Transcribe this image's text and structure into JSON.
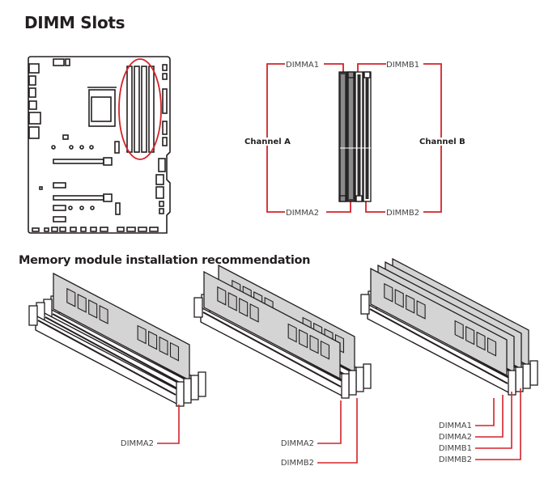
{
  "header": {
    "title": "DIMM Slots"
  },
  "dimm_diagram": {
    "channel_a_label": "Channel A",
    "channel_b_label": "Channel B",
    "slots": [
      {
        "label": "DIMMA1",
        "channel": "A",
        "fill": "dark"
      },
      {
        "label": "DIMMA2",
        "channel": "A",
        "fill": "dark"
      },
      {
        "label": "DIMMB1",
        "channel": "B",
        "fill": "light"
      },
      {
        "label": "DIMMB2",
        "channel": "B",
        "fill": "light"
      }
    ],
    "highlight_color": "#d2232a"
  },
  "recommendation": {
    "title": "Memory module installation recommendation",
    "configs": [
      {
        "modules": 1,
        "labels": [
          "DIMMA2"
        ]
      },
      {
        "modules": 2,
        "labels": [
          "DIMMA2",
          "DIMMB2"
        ]
      },
      {
        "modules": 4,
        "labels": [
          "DIMMA1",
          "DIMMA2",
          "DIMMB1",
          "DIMMB2"
        ]
      }
    ]
  },
  "colors": {
    "accent": "#d2232a",
    "module_fill": "#d4d4d4",
    "ink": "#231f20"
  }
}
